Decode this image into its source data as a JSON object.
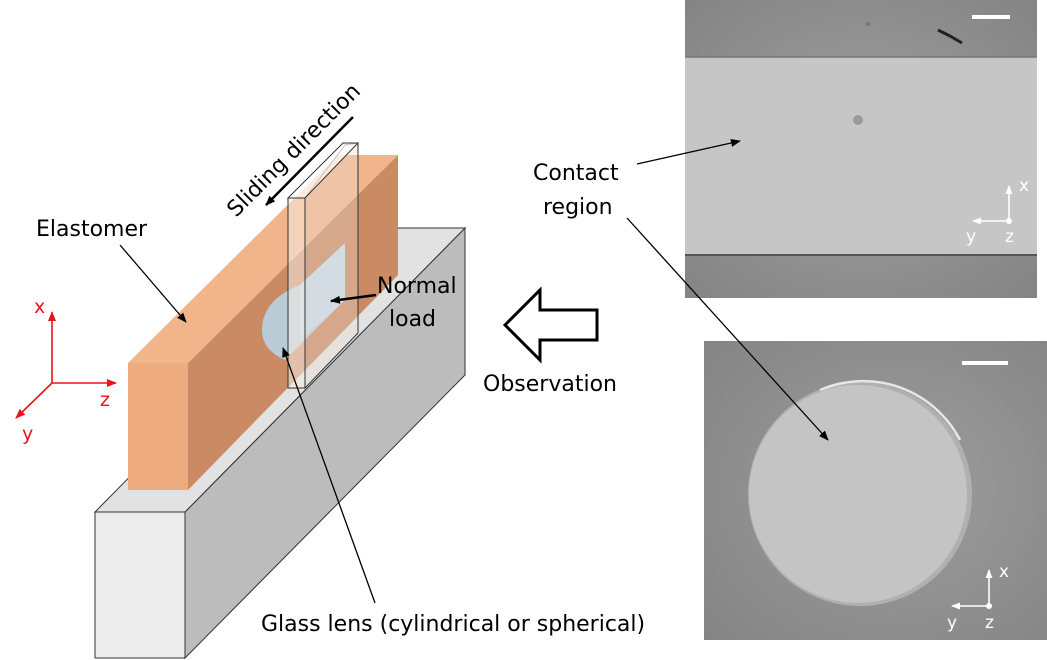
{
  "labels": {
    "sliding_direction": "Sliding direction",
    "elastomer": "Elastomer",
    "normal_load_line1": "Normal",
    "normal_load_line2": "load",
    "contact_region_line1": "Contact",
    "contact_region_line2": "region",
    "observation": "Observation",
    "glass_lens": "Glass lens (cylindrical or spherical)"
  },
  "axes": {
    "main": {
      "x": "x",
      "y": "y",
      "z": "z",
      "color": "#e8141c"
    },
    "photo_top": {
      "x": "x",
      "y": "y",
      "z": "z"
    },
    "photo_bottom": {
      "x": "x",
      "y": "y",
      "z": "z"
    }
  },
  "colors": {
    "elastomer_top": "#f2b48a",
    "elastomer_side": "#c98a64",
    "elastomer_front": "#efab80",
    "base_side": "#bcbcbc",
    "base_top": "#e2e2e2",
    "base_front": "#ececec",
    "lens": "#b9d3e6",
    "photo_bg": "#8c8c8c",
    "photo_band": "#c6c6c6",
    "contact_disk": "#c4c4c4"
  }
}
